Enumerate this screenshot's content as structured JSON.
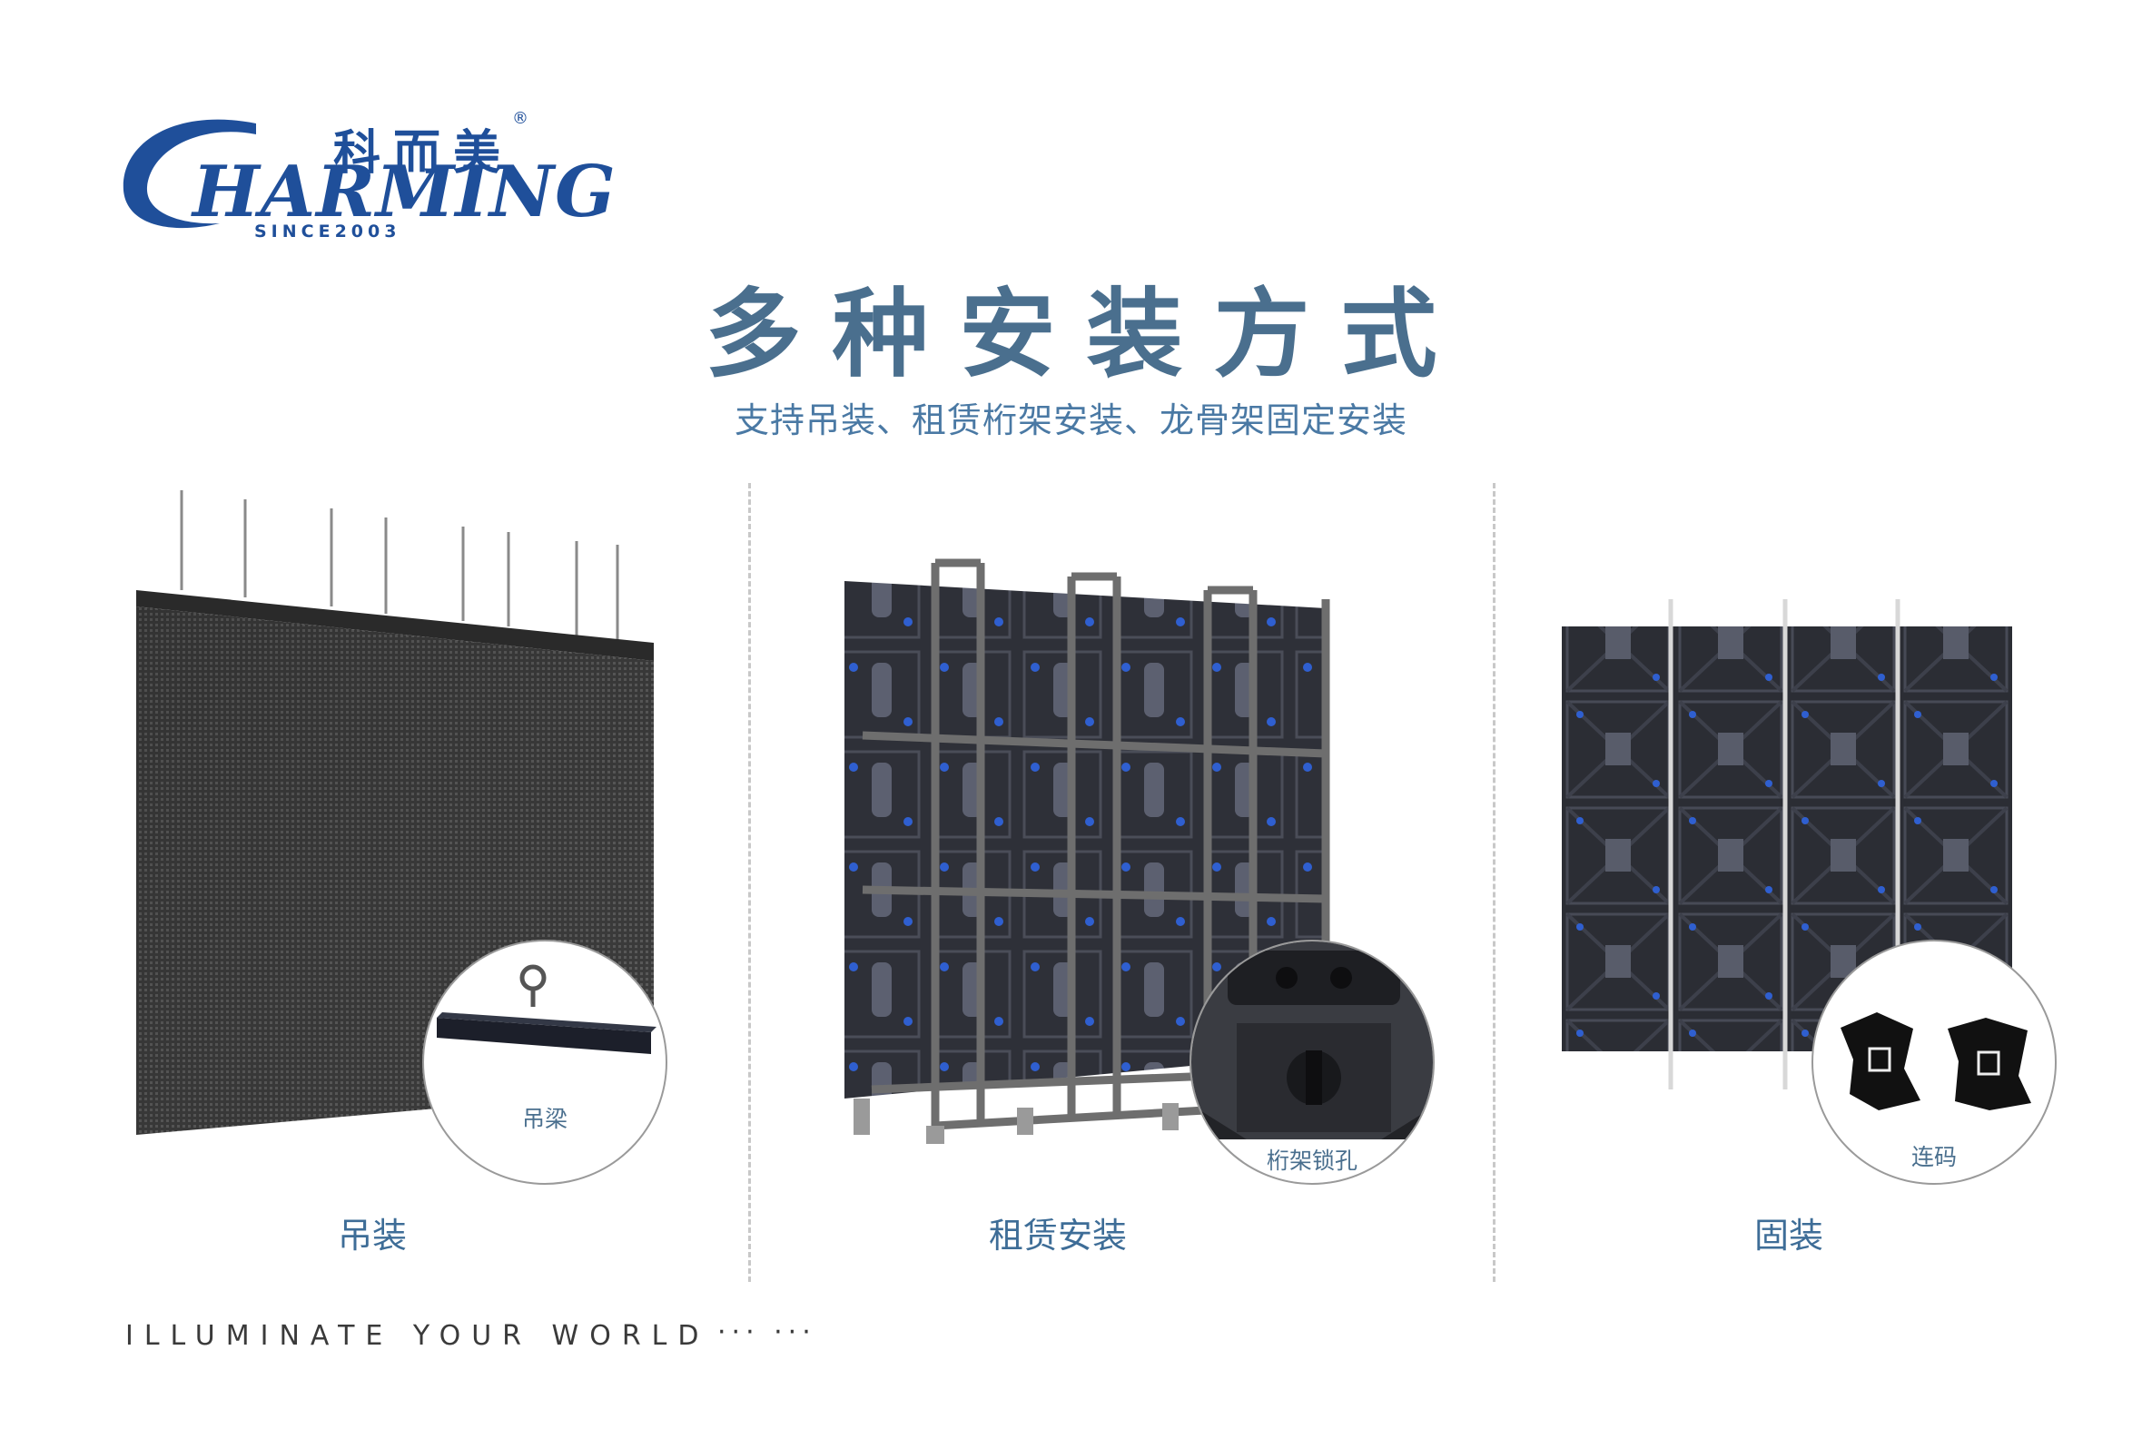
{
  "brand": {
    "name_cn": "科而美",
    "registered": "®",
    "name_en": "HARMING",
    "name_en_initial": "C",
    "since": "SINCE2003",
    "color": "#1f4f9a"
  },
  "heading": {
    "title": "多种安装方式",
    "subtitle": "支持吊装、租赁桁架安装、龙骨架固定安装",
    "title_color": "#4a6f8e"
  },
  "panels": [
    {
      "label": "吊装",
      "detail_caption": "吊梁",
      "image": "hanging-led-screen"
    },
    {
      "label": "租赁安装",
      "detail_caption": "桁架锁孔",
      "image": "rental-truss-led-cabinets"
    },
    {
      "label": "固装",
      "detail_caption": "连码",
      "image": "fixed-led-cabinet-wall"
    }
  ],
  "footer": {
    "slogan": "ILLUMINATE YOUR WORLD",
    "dots": "··· ···"
  }
}
